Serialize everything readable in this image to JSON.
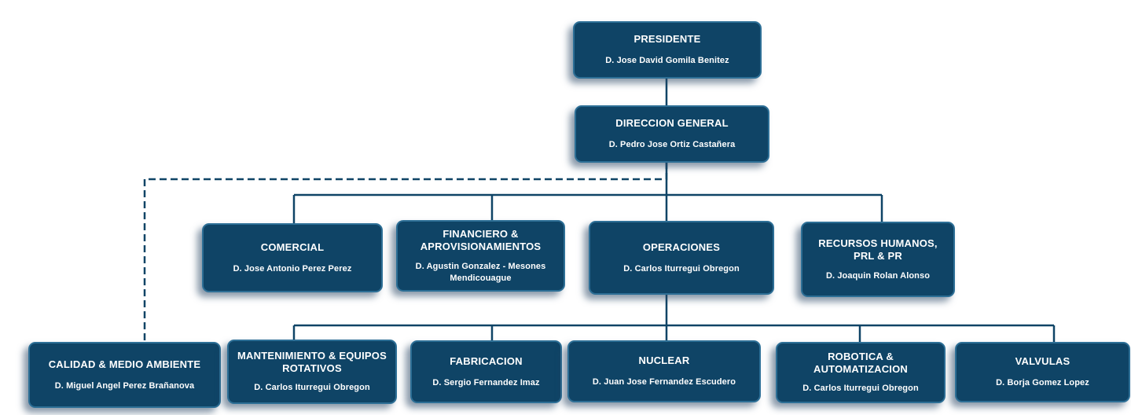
{
  "colors": {
    "box_fill": "#0f4466",
    "box_border": "#2d6f96",
    "connector": "#0f4466",
    "text": "#ffffff"
  },
  "boxes": {
    "presidente": {
      "title": "PRESIDENTE",
      "name": "D. Jose David Gomila Benitez"
    },
    "direccion": {
      "title": "DIRECCION GENERAL",
      "name": "D. Pedro Jose Ortiz Castañera"
    },
    "comercial": {
      "title": "COMERCIAL",
      "name": "D. Jose Antonio Perez Perez"
    },
    "financiero": {
      "title": "FINANCIERO & APROVISIONAMIENTOS",
      "name": "D. Agustin Gonzalez - Mesones Mendicouague"
    },
    "operaciones": {
      "title": "OPERACIONES",
      "name": "D. Carlos Iturregui Obregon"
    },
    "rrhh": {
      "title": "RECURSOS HUMANOS, PRL & PR",
      "name": "D. Joaquin Rolan Alonso"
    },
    "calidad": {
      "title": "CALIDAD & MEDIO AMBIENTE",
      "name": "D. Miguel Angel Perez Brañanova"
    },
    "mantenimiento": {
      "title": "MANTENIMIENTO & EQUIPOS ROTATIVOS",
      "name": "D. Carlos Iturregui Obregon"
    },
    "fabricacion": {
      "title": "FABRICACION",
      "name": "D. Sergio Fernandez Imaz"
    },
    "nuclear": {
      "title": "NUCLEAR",
      "name": "D. Juan Jose Fernandez Escudero"
    },
    "robotica": {
      "title": "ROBOTICA & AUTOMATIZACION",
      "name": "D. Carlos Iturregui Obregon"
    },
    "valvulas": {
      "title": "VALVULAS",
      "name": "D. Borja Gomez Lopez"
    }
  }
}
